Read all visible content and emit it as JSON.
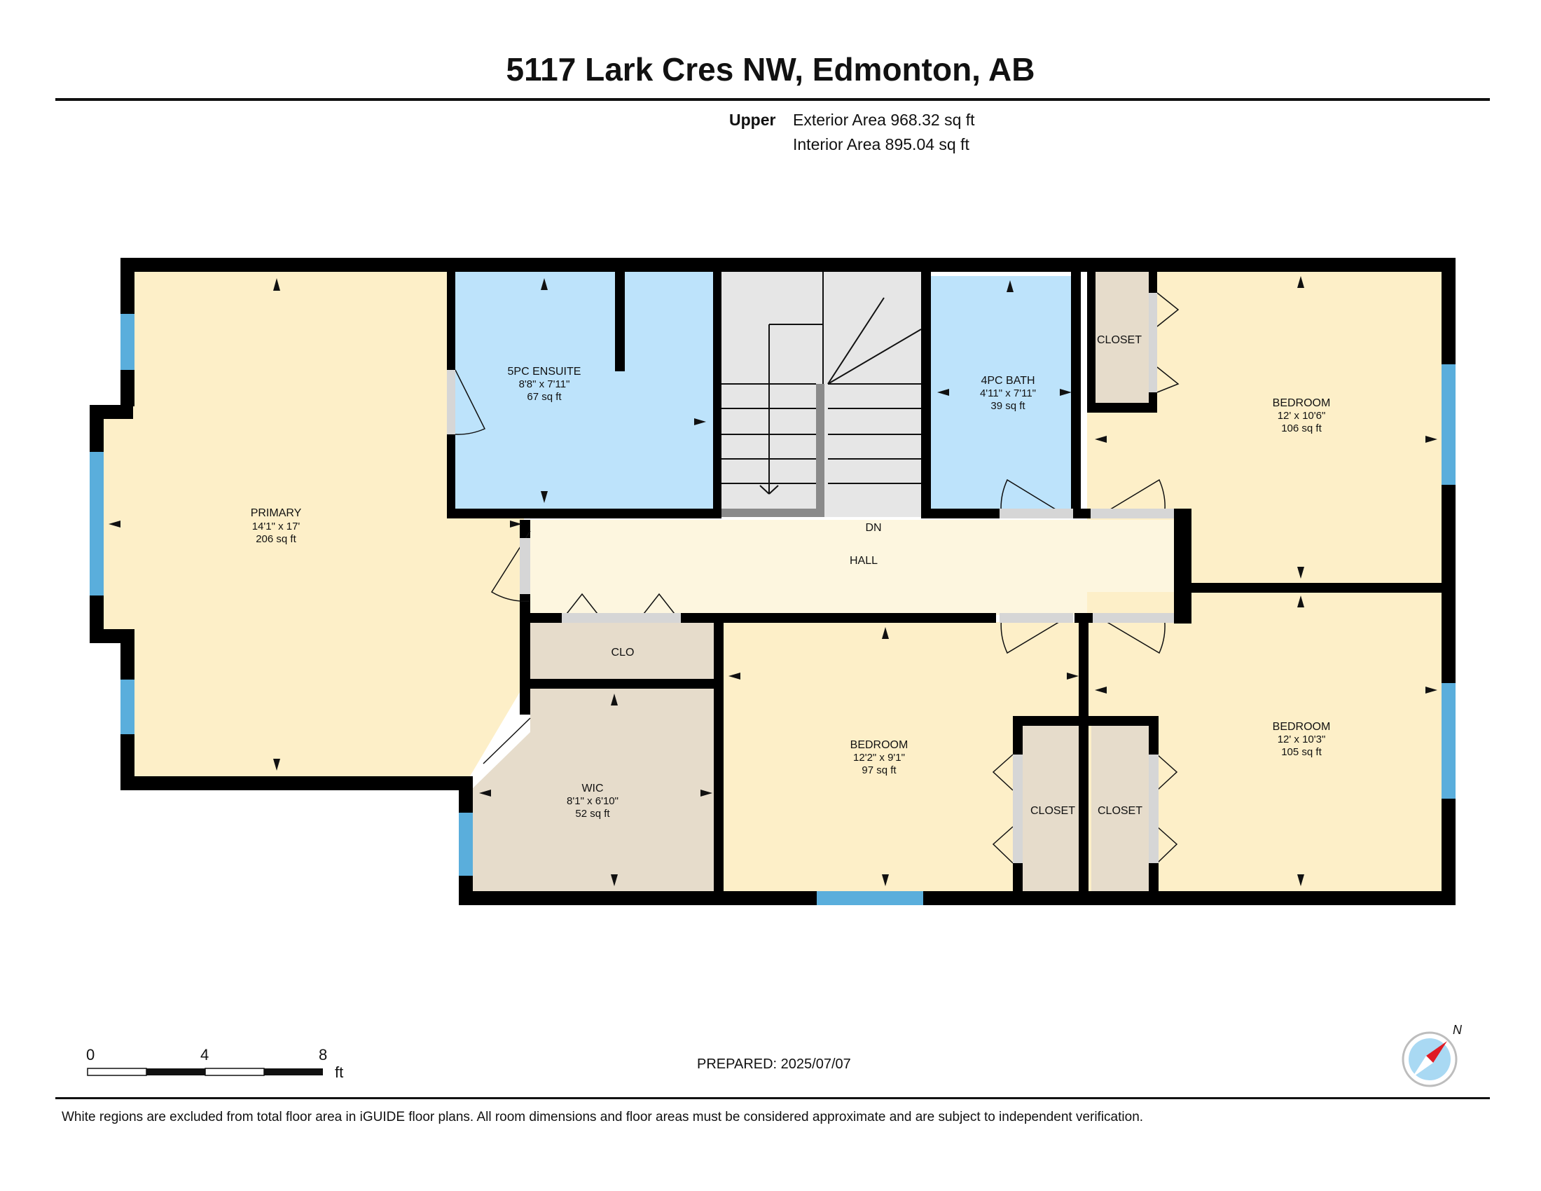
{
  "header": {
    "title": "5117 Lark Cres NW, Edmonton, AB",
    "level": "Upper",
    "exterior_area": "Exterior Area 968.32 sq ft",
    "interior_area": "Interior Area 895.04 sq ft"
  },
  "rooms": {
    "primary": {
      "name": "PRIMARY",
      "dims": "14'1\" x 17'",
      "area": "206 sq ft"
    },
    "ensuite": {
      "name": "5PC ENSUITE",
      "dims": "8'8\" x 7'11\"",
      "area": "67 sq ft"
    },
    "bath": {
      "name": "4PC BATH",
      "dims": "4'11\" x 7'11\"",
      "area": "39 sq ft"
    },
    "closet_top": {
      "name": "CLOSET"
    },
    "bedroom_ne": {
      "name": "BEDROOM",
      "dims": "12' x 10'6\"",
      "area": "106 sq ft"
    },
    "hall": {
      "name": "HALL"
    },
    "dn": {
      "name": "DN"
    },
    "clo": {
      "name": "CLO"
    },
    "wic": {
      "name": "WIC",
      "dims": "8'1\" x 6'10\"",
      "area": "52 sq ft"
    },
    "bedroom_s": {
      "name": "BEDROOM",
      "dims": "12'2\" x 9'1\"",
      "area": "97 sq ft"
    },
    "closet_s1": {
      "name": "CLOSET"
    },
    "closet_s2": {
      "name": "CLOSET"
    },
    "bedroom_se": {
      "name": "BEDROOM",
      "dims": "12' x 10'3\"",
      "area": "105 sq ft"
    }
  },
  "scale_bar": {
    "ticks": [
      "0",
      "4",
      "8"
    ],
    "unit": "ft"
  },
  "compass": {
    "label": "N"
  },
  "prepared": "PREPARED: 2025/07/07",
  "footer": "White regions are excluded from total floor area in iGUIDE floor plans. All room dimensions and floor areas must be considered approximate and are subject to independent verification.",
  "colors": {
    "bedroom": "#fdefc8",
    "wet_room": "#bde3fb",
    "closet": "#e6dccb",
    "hall": "#fdf6df",
    "stairs": "#e6e6e6",
    "window": "#5aaedc",
    "wall": "#000000"
  }
}
